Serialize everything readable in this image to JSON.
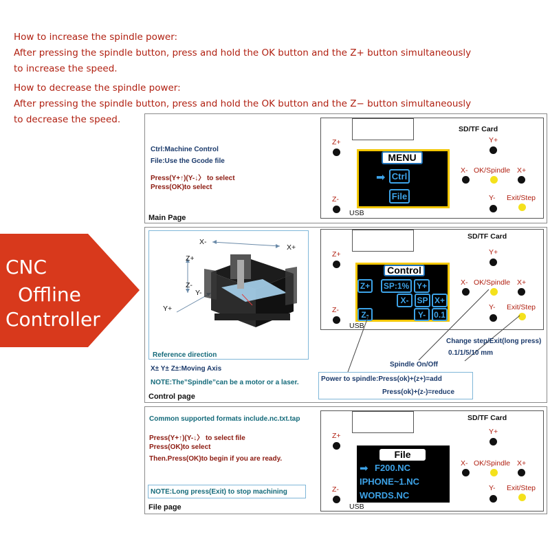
{
  "intro": {
    "increase_title": "How to increase the spindle power:",
    "increase_line1": "After pressing the spindle button, press and hold the OK button and the Z+ button simultaneously",
    "increase_line2": "to increase the speed.",
    "decrease_title": "How to decrease the spindle power:",
    "decrease_line1": "After pressing the spindle button, press and hold the OK button and the Z− button simultaneously",
    "decrease_line2": "to decrease the speed."
  },
  "banner": {
    "line1": "CNC",
    "line2": "Offline",
    "line3": "Controller",
    "color": "#d8391c"
  },
  "controller": {
    "sd_label": "SD/TF Card",
    "z_plus": "Z+",
    "z_minus": "Z-",
    "y_plus": "Y+",
    "y_minus": "Y-",
    "x_minus": "X-",
    "x_plus": "X+",
    "ok_spindle": "OK/Spindle",
    "exit_step": "Exit/Step",
    "usb": "USB"
  },
  "main_page": {
    "desc_ctrl": "Ctrl:Machine Control",
    "desc_file": "File:Use the Gcode file",
    "press_select": "Press(Y+↑)(Y-↓〉 to select",
    "press_ok": "Press(OK)to select",
    "label": "Main Page",
    "lcd_title": "MENU",
    "lcd_ctrl": "Ctrl",
    "lcd_file": "File",
    "arrow": "➡"
  },
  "control_page": {
    "axis_x_minus": "X-",
    "axis_x_plus": "X+",
    "axis_z_plus": "Z+",
    "axis_z_minus": "Z-",
    "axis_y_minus": "Y-",
    "axis_y_plus": "Y+",
    "reference": "Reference direction",
    "moving_axis": "X±  Y±  Z±:Moving Axis",
    "note": "NOTE:The”Spindle”can be a motor or a laser.",
    "label": "Control page",
    "lcd_title": "Control",
    "lcd_row1": [
      "Z+",
      "SP:1%",
      "Y+"
    ],
    "lcd_row2": [
      "X-",
      "SP",
      "X+"
    ],
    "lcd_row3": [
      "Z-",
      "Y-",
      "0.1"
    ],
    "change_step": "Change step/Exit(long press)",
    "step_values": "0.1/1/5/10 mm",
    "spindle_onoff": "Spindle On/Off",
    "power_add": "Power to spindle:Press(ok)+(z+)=add",
    "power_reduce": "Press(ok)+(z-)=reduce"
  },
  "file_page": {
    "formats": "Common supported formats include.nc.txt.tap",
    "press_select_file": "Press(Y+↑)(Y-↓〉 to select file",
    "press_ok": "Press(OK)to select",
    "then_press": "Then.Press(OK)to begin if you are ready.",
    "note": "NOTE:Long press(Exit) to stop machining",
    "label": "File page",
    "lcd_title": "File",
    "files": [
      "F200.NC",
      "IPHONE~1.NC",
      "WORDS.NC"
    ],
    "arrow": "➡"
  }
}
